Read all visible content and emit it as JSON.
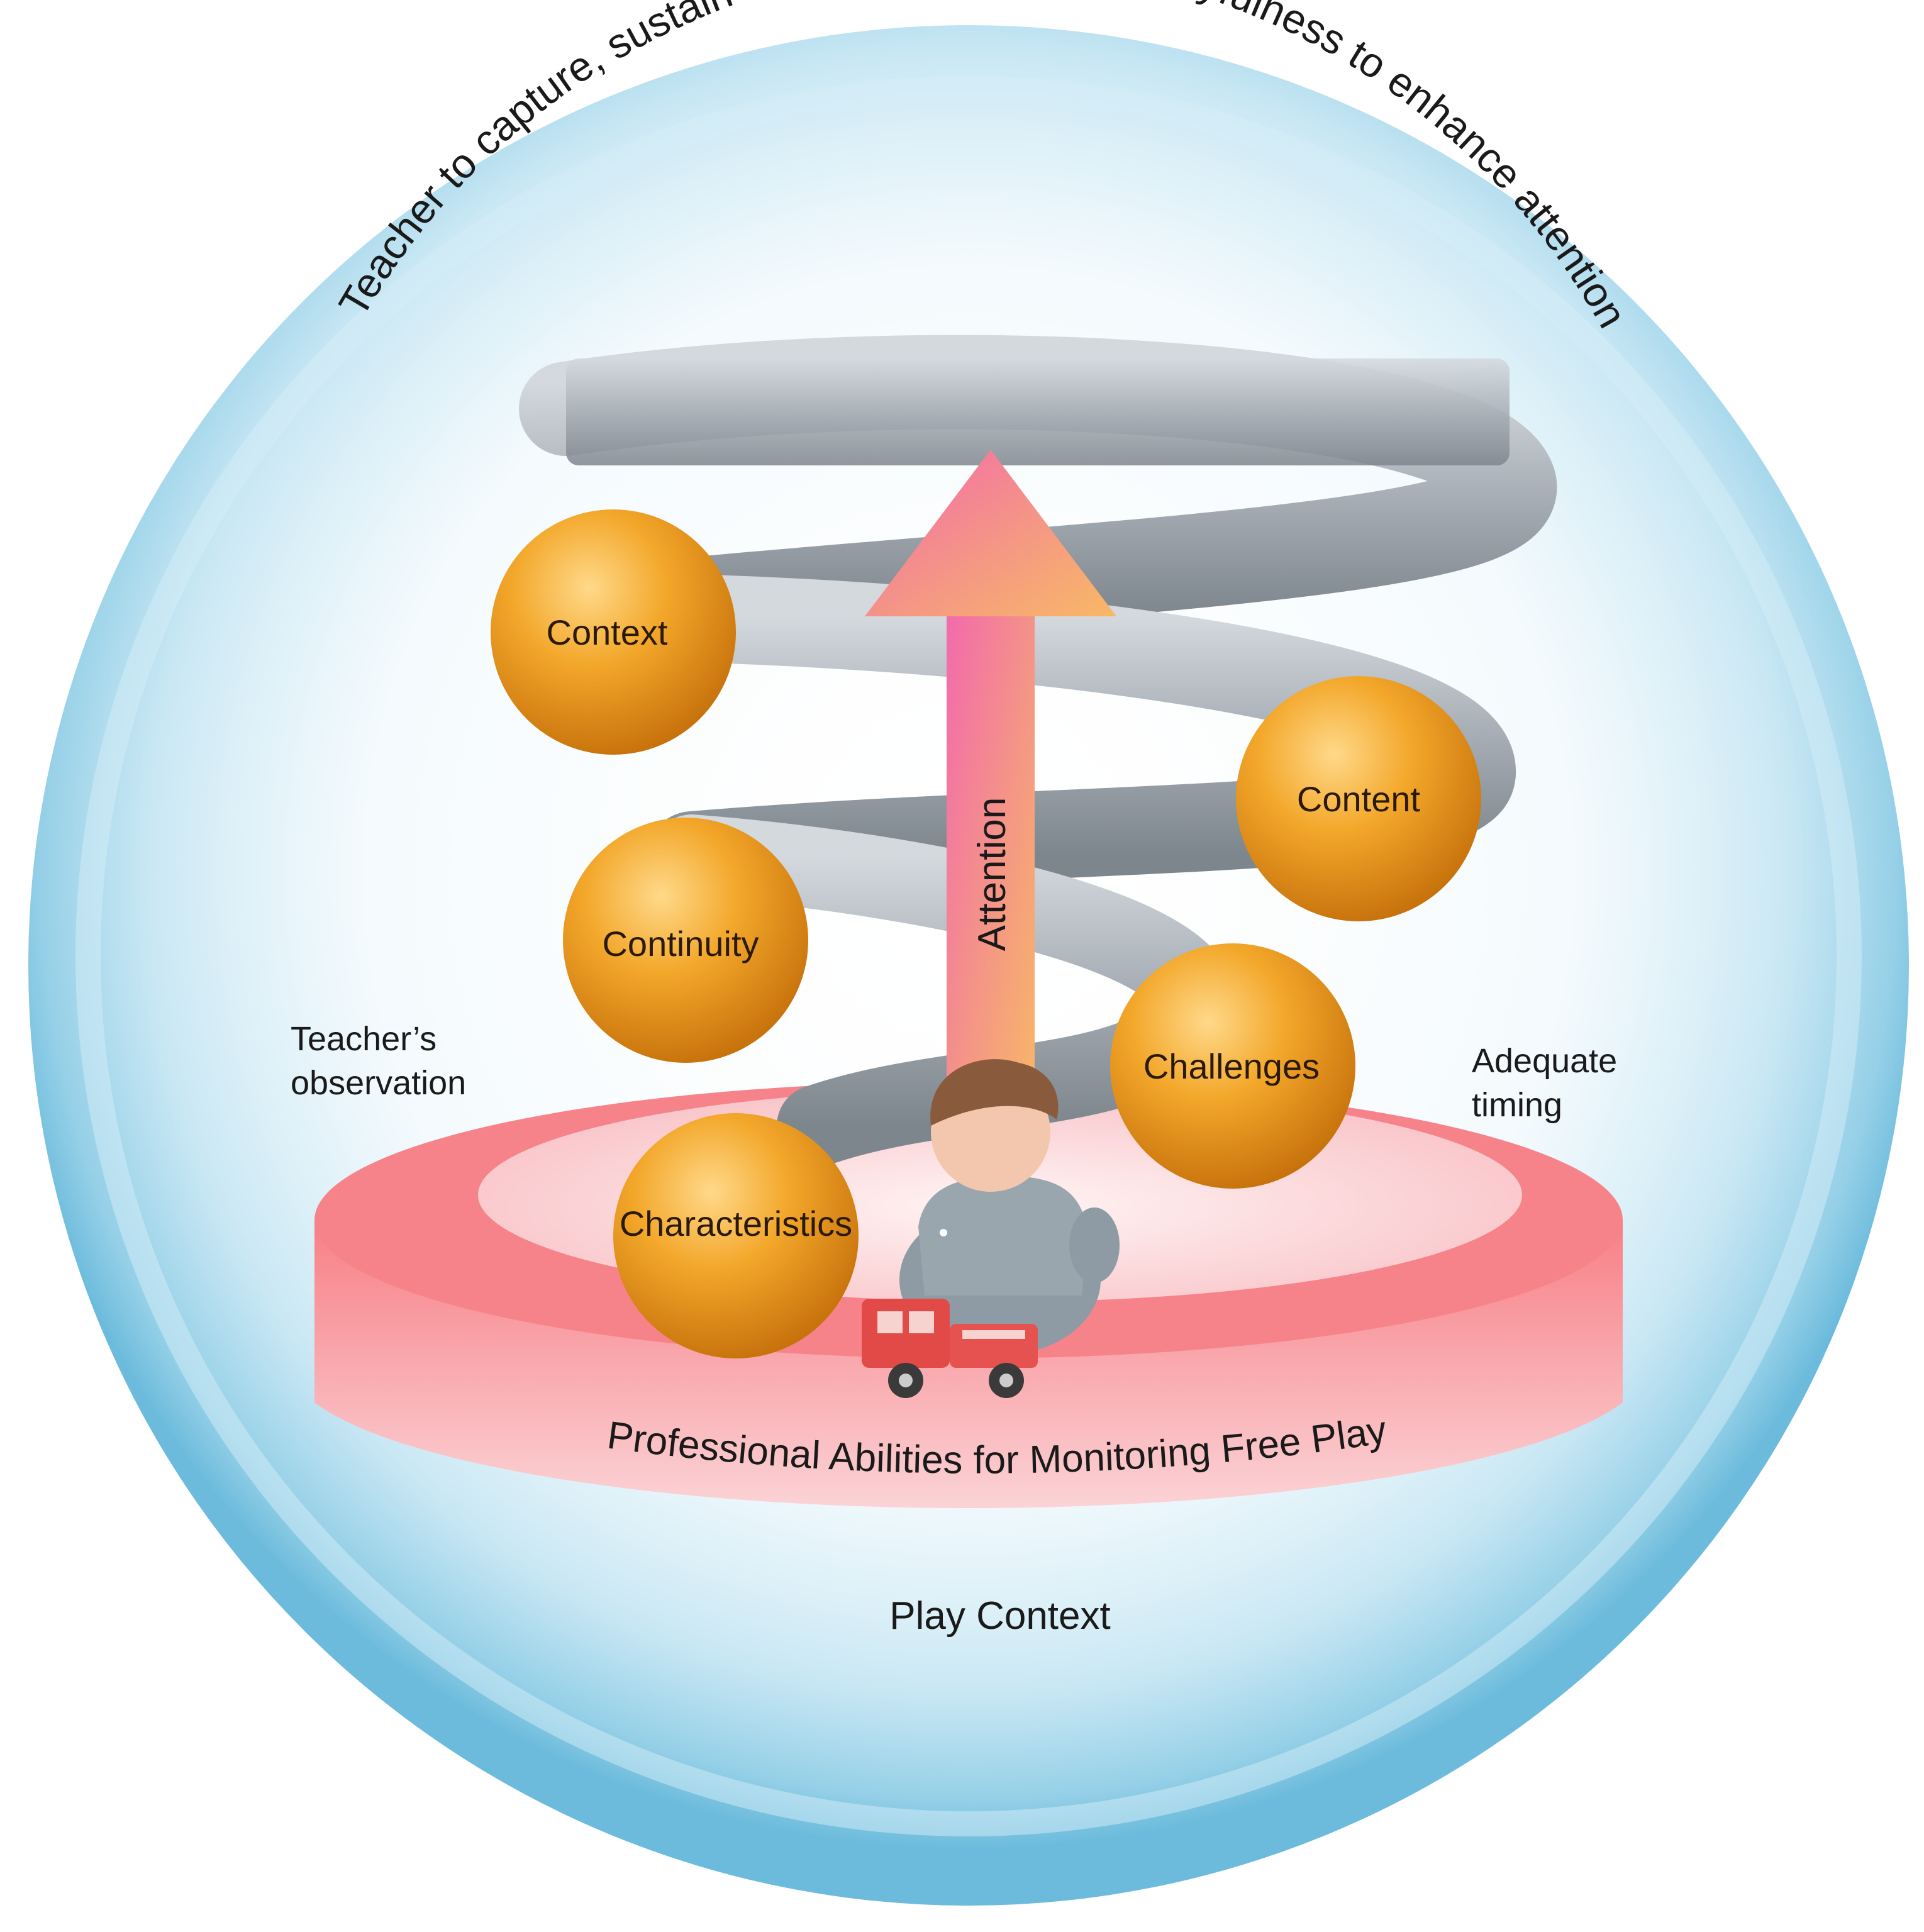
{
  "arc_title": "Teacher to capture, sustain and extend children’s playfulness to enhance attention",
  "arrow_label": "Attention",
  "balls": [
    {
      "id": "context",
      "label": "Context"
    },
    {
      "id": "content",
      "label": "Content"
    },
    {
      "id": "continuity",
      "label": "Continuity"
    },
    {
      "id": "challenges",
      "label": "Challenges"
    },
    {
      "id": "characteristics",
      "label": "Characteristics"
    }
  ],
  "side_labels": {
    "left": [
      "Teacher’s",
      "observation"
    ],
    "right": [
      "Adequate",
      "timing"
    ]
  },
  "platform_label": "Professional Abilities for Monitoring Free Play",
  "bottom_label": "Play Context",
  "colors": {
    "bubble": "#9fd6ec",
    "coil": "#a9b0b8",
    "ball": "#f0a020",
    "platform": "#f48484",
    "arrow_top": "#f06aa8",
    "arrow_bottom": "#f8a76a"
  }
}
